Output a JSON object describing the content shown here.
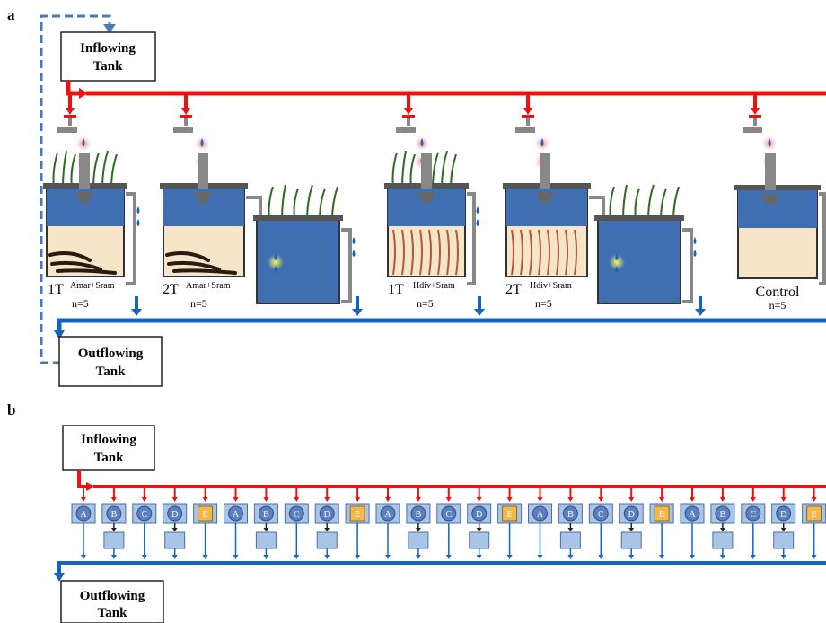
{
  "panel_a": {
    "label": "a",
    "inflow_tank": {
      "line1": "Inflowing",
      "line2": "Tank"
    },
    "outflow_tank": {
      "line1": "Outflowing",
      "line2": "Tank"
    },
    "systems": [
      {
        "main": "1T",
        "sup": "Amar+Sram",
        "n": "n=5"
      },
      {
        "main": "2T",
        "sup": "Amar+Sram",
        "n": "n=5"
      },
      {
        "main": "1T",
        "sup": "Hdiv+Sram",
        "n": "n=5"
      },
      {
        "main": "2T",
        "sup": "Hdiv+Sram",
        "n": "n=5"
      },
      {
        "main": "Control",
        "sup": "",
        "n": "n=5"
      }
    ]
  },
  "panel_b": {
    "label": "b",
    "inflow_tank": {
      "line1": "Inflowing",
      "line2": "Tank"
    },
    "outflow_tank": {
      "line1": "Outflowing",
      "line2": "Tank"
    },
    "module_letters": [
      "A",
      "B",
      "C",
      "D",
      "E",
      "A",
      "B",
      "C",
      "D",
      "E",
      "A",
      "B",
      "C",
      "D",
      "E",
      "A",
      "B",
      "C",
      "D",
      "E",
      "A",
      "B",
      "C",
      "D",
      "E"
    ]
  },
  "colors": {
    "inflow": "#ee1111",
    "outflow": "#1565c0",
    "recirculation": "#4a78b8",
    "tank_blue": "#3f6fb0",
    "module_fill": "#a9c4e6",
    "module_e": "#f2b84b",
    "sediment": "#f5e6c8",
    "plant": "#2e6b1f"
  }
}
